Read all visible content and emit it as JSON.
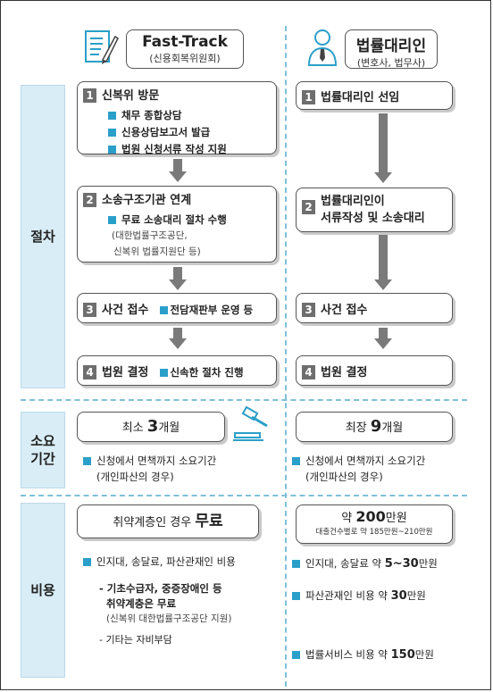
{
  "header": {
    "left_title": "Fast-Track",
    "left_subtitle": "(신용회복위원회)",
    "right_title": "법률대리인",
    "right_subtitle": "(변호사, 법무사)"
  },
  "icons": {
    "left": "document-pen-icon",
    "right": "person-icon",
    "gavel": "gavel-icon"
  },
  "colors": {
    "accent": "#2a9fc9",
    "side_bg": "#d9edf6",
    "step_num_bg": "#6e6e6e",
    "arrow": "#7a7a7a"
  },
  "sections": {
    "procedure": "절차",
    "duration": "소요\n기간",
    "cost": "비용"
  },
  "left_steps": [
    {
      "num": "1",
      "title": "신복위 방문",
      "items": [
        "채무 종합상담",
        "신용상담보고서 발급",
        "법원 신청서류 작성 지원"
      ]
    },
    {
      "num": "2",
      "title": "소송구조기관 연계",
      "items": [
        "무료 소송대리 절차 수행"
      ],
      "note_line1": "(대한법률구조공단,",
      "note_line2": "신복위 법률지원단 등)"
    },
    {
      "num": "3",
      "title": "사건 접수",
      "inline_item": "전담재판부 운영 등"
    },
    {
      "num": "4",
      "title": "법원 결정",
      "inline_item": "신속한 절차 진행"
    }
  ],
  "right_steps": [
    {
      "num": "1",
      "title": "법률대리인 선임"
    },
    {
      "num": "2",
      "title_line1": "법률대리인이",
      "title_line2": "서류작성 및 소송대리"
    },
    {
      "num": "3",
      "title": "사건 접수"
    },
    {
      "num": "4",
      "title": "법원 결정"
    }
  ],
  "duration": {
    "left_prefix": "최소 ",
    "left_value": "3",
    "left_suffix": "개월",
    "right_prefix": "최장 ",
    "right_value": "9",
    "right_suffix": "개월",
    "note_line1": "신청에서 면책까지 소요기간",
    "note_line2": "(개인파산의 경우)"
  },
  "cost": {
    "left_prefix": "취약계층인 경우 ",
    "left_value": "무료",
    "left_item1": "인지대, 송달료, 파산관재인 비용",
    "left_sub1_line1": "- 기초수급자, 중증장애인 등",
    "left_sub1_line2": "취약계층은 무료",
    "left_sub1_note": "(신복위 대한법률구조공단 지원)",
    "left_sub2": "- 기타는 자비부담",
    "right_prefix": "약 ",
    "right_value": "200",
    "right_suffix": "만원",
    "right_note": "대출건수별로 약 185만원~210만원",
    "right_items": [
      {
        "label": "인지대, 송달료 약 ",
        "value": "5~30",
        "unit": "만원"
      },
      {
        "label": "파산관재인 비용 약 ",
        "value": "30",
        "unit": "만원"
      },
      {
        "label": "법률서비스 비용 약 ",
        "value": "150",
        "unit": "만원"
      }
    ]
  }
}
